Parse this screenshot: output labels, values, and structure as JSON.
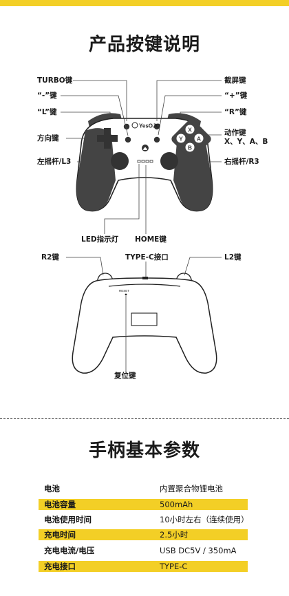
{
  "section1_title": "产品按键说明",
  "section2_title": "手柄基本参数",
  "brand": "YesOJO",
  "reset_text": "RESET",
  "front_labels": {
    "turbo": "TURBO键",
    "minus": "“-”键",
    "l": "“L”键",
    "dpad": "方向键",
    "left_stick": "左摇杆/L3",
    "screenshot": "截屏键",
    "plus": "“+”键",
    "r": "“R”键",
    "action_line1": "动作键",
    "action_line2": "X、Y、A、B",
    "right_stick": "右摇杆/R3",
    "led": "LED指示灯",
    "home": "HOME键"
  },
  "buttons": {
    "x": "X",
    "y": "Y",
    "a": "A",
    "b": "B"
  },
  "back_labels": {
    "r2": "R2键",
    "typec": "TYPE-C接口",
    "l2": "L2键",
    "reset": "复位键"
  },
  "specs": [
    {
      "key": "电池",
      "value": "内置聚合物锂电池",
      "highlight": false
    },
    {
      "key": "电池容量",
      "value": "500mAh",
      "highlight": true
    },
    {
      "key": "电池使用时间",
      "value": "10小时左右（连续使用）",
      "highlight": false
    },
    {
      "key": "充电时间",
      "value": "2.5小时",
      "highlight": true
    },
    {
      "key": "充电电流/电压",
      "value": "USB DC5V / 350mA",
      "highlight": false
    },
    {
      "key": "充电接口",
      "value": "TYPE-C",
      "highlight": true
    }
  ],
  "colors": {
    "accent": "#f3cf26",
    "grip": "#444444",
    "line": "#222222"
  }
}
